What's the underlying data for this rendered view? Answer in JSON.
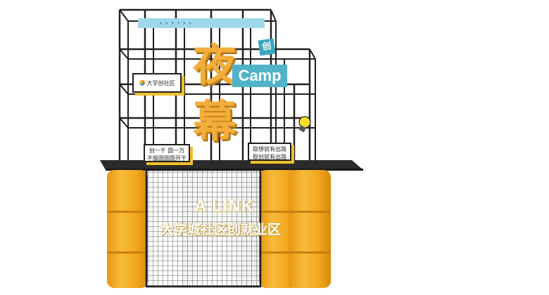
{
  "banner": {
    "text": "› › › › › ›"
  },
  "title": {
    "char_1": "夜",
    "char_2": "幕",
    "camp": "Camp",
    "tag": "创"
  },
  "signs": {
    "community": "大学创社区",
    "left_line1": "创一千 圆一万",
    "left_line2": "不服圆圆圆开干",
    "right_line1": "取想就有出路",
    "right_line2": "取创就有出路"
  },
  "counter": {
    "brand": "A LINK",
    "zone": "大学城社区创就业区"
  },
  "colors": {
    "barrel": "#f2a81e",
    "frame": "#1f1f1f",
    "title": "#f2ad3a",
    "camp_bg": "#4fb3c9",
    "banner_bg": "#9fd8ea",
    "counter_top": "#2b2b2b"
  }
}
